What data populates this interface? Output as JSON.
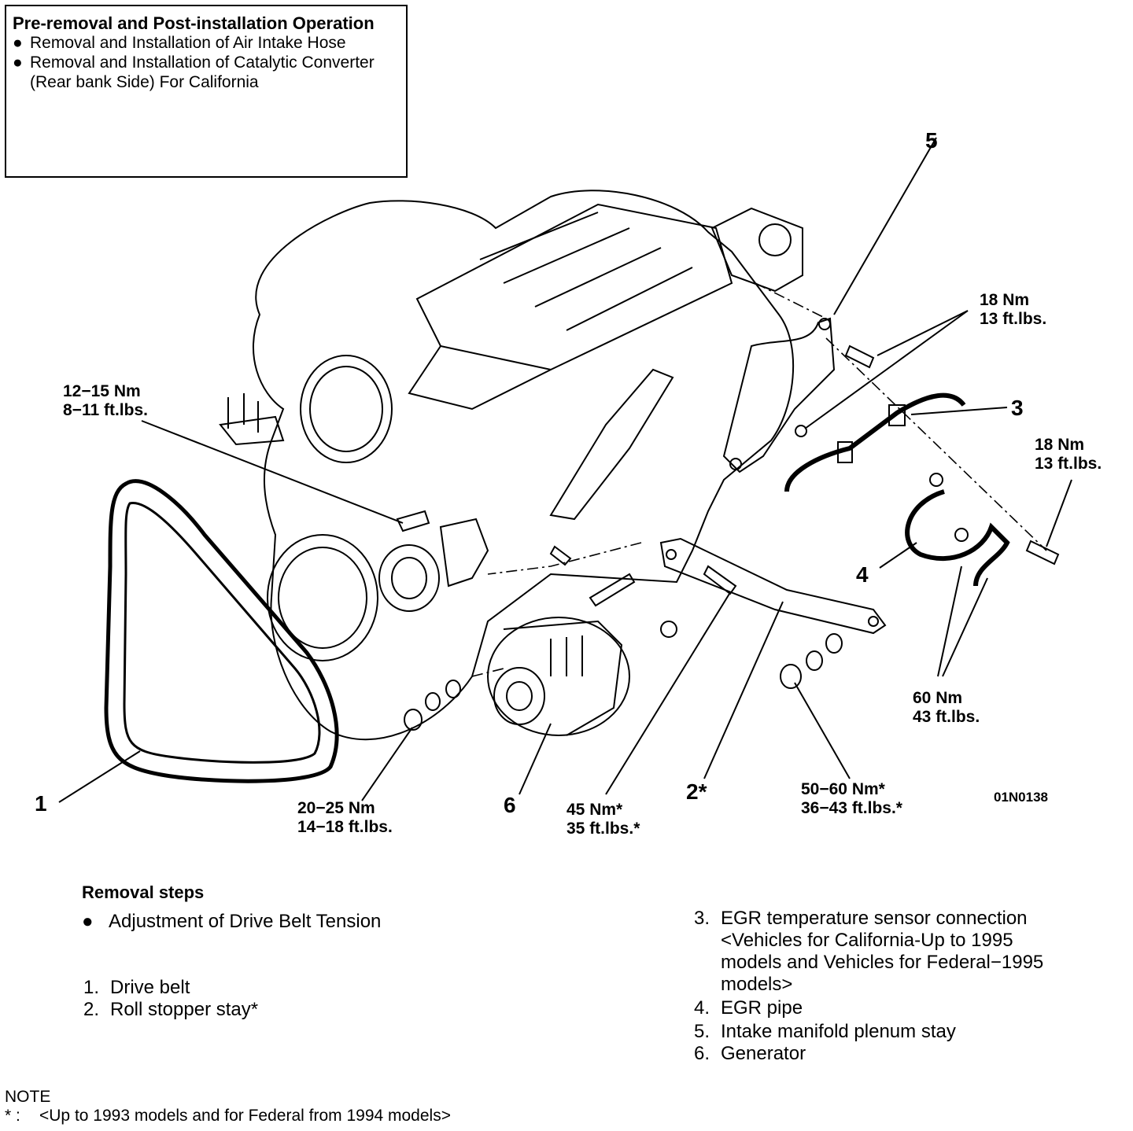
{
  "preop": {
    "title": "Pre-removal and Post-installation Operation",
    "items": [
      "Removal and Installation of Air Intake Hose",
      "Removal and Installation of Catalytic Converter (Rear bank Side) For California"
    ],
    "bullet": "●"
  },
  "callouts": [
    "1",
    "2*",
    "3",
    "4",
    "5",
    "6"
  ],
  "torques": {
    "t1": [
      "12−15 Nm",
      "8−11 ft.lbs."
    ],
    "t2": [
      "18 Nm",
      "13 ft.lbs."
    ],
    "t3": [
      "18 Nm",
      "13 ft.lbs."
    ],
    "t4": [
      "60 Nm",
      "43 ft.lbs."
    ],
    "t5": [
      "20−25 Nm",
      "14−18 ft.lbs."
    ],
    "t6": [
      "45 Nm*",
      "35 ft.lbs.*"
    ],
    "t7": [
      "50−60 Nm*",
      "36−43 ft.lbs.*"
    ]
  },
  "figure_id": "01N0138",
  "removal": {
    "title": "Removal steps",
    "bullet_step": "Adjustment of Drive Belt Tension",
    "steps_left": [
      {
        "n": "1.",
        "text": "Drive belt"
      },
      {
        "n": "2.",
        "text": "Roll stopper stay*"
      }
    ],
    "step3_lines": [
      "EGR temperature sensor connection",
      "<Vehicles for California-Up to 1995",
      "models and Vehicles for Federal−1995",
      "models>"
    ],
    "steps_right": [
      {
        "n": "3.",
        "text": ""
      },
      {
        "n": "4.",
        "text": "EGR pipe"
      },
      {
        "n": "5.",
        "text": "Intake manifold plenum stay"
      },
      {
        "n": "6.",
        "text": "Generator"
      }
    ]
  },
  "note": {
    "title": "NOTE",
    "marker": "*  :",
    "text": "<Up to 1993 models and for Federal from 1994 models>"
  }
}
